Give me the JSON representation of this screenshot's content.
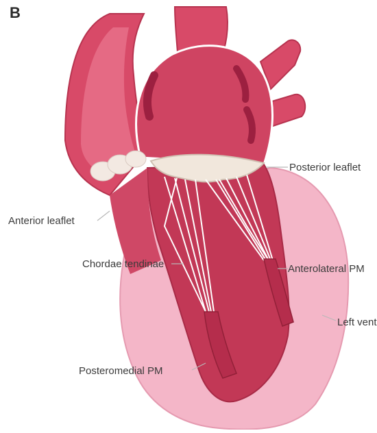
{
  "figure": {
    "panel_letter": "B",
    "labels": {
      "posterior_leaflet": "Posterior leaflet",
      "anterior_leaflet": "Anterior leaflet",
      "chordae_tendinae": "Chordae tendinae",
      "anterolateral_pm": "Anterolateral PM",
      "left_ventricle": "Left ventricle",
      "posteromedial_pm": "Posteromedial PM"
    },
    "colors": {
      "myocardium_outer": "#f4b6c8",
      "chamber": "#c23856",
      "chamber_dark": "#a82a46",
      "vessel": "#d84a68",
      "valve": "#f1e7dc",
      "chordae": "#ffffff",
      "leader": "#b8b8b8"
    }
  }
}
